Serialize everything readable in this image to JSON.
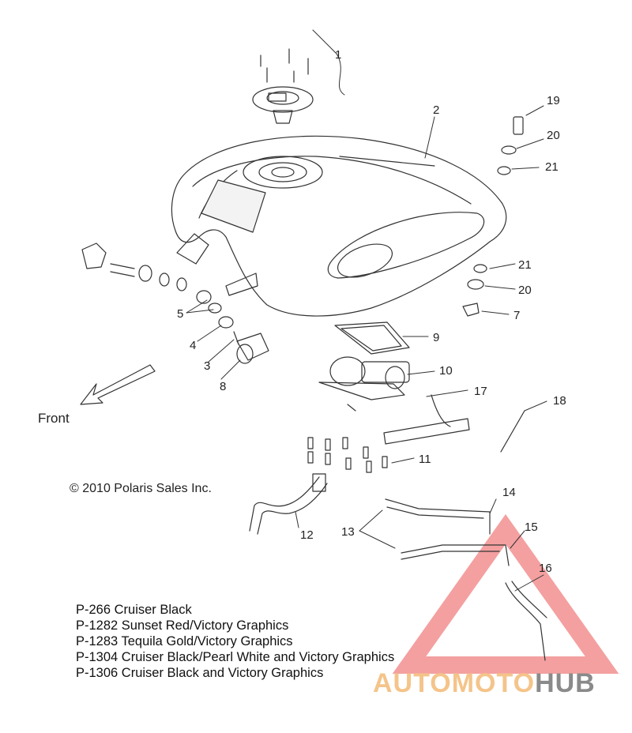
{
  "callouts": [
    "1",
    "2",
    "3",
    "4",
    "5",
    "7",
    "8",
    "9",
    "10",
    "11",
    "12",
    "13",
    "14",
    "15",
    "16",
    "17",
    "18",
    "19",
    "20",
    "21",
    "20",
    "21"
  ],
  "front_label": "Front",
  "copyright": "2010 Polaris Sales Inc.",
  "variants": [
    "P-266  Cruiser Black",
    "P-1282 Sunset Red/Victory Graphics",
    "P-1283 Tequila Gold/Victory Graphics",
    "P-1304 Cruiser Black/Pearl White and Victory Graphics",
    "P-1306 Cruiser Black and Victory Graphics"
  ],
  "watermark": {
    "part1": "AUTOMOTO",
    "part2": "HUB"
  },
  "colors": {
    "line": "#333333",
    "watermark_red": "#f08080",
    "watermark_orange": "#f4c48a",
    "watermark_gray": "#8a8a8a"
  }
}
